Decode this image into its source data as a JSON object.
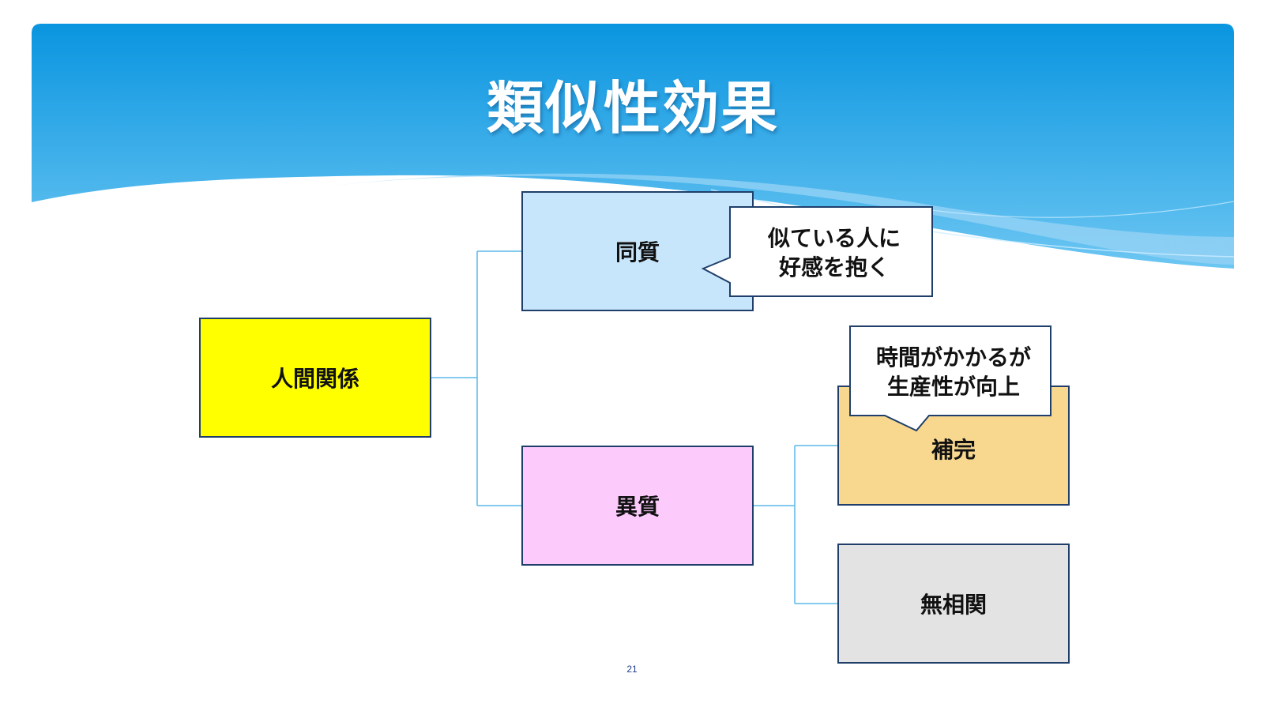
{
  "title": "類似性効果",
  "nodes": {
    "root": "人間関係",
    "homogeneous": "同質",
    "heterogeneous": "異質",
    "complementary": "補完",
    "uncorrelated": "無相関"
  },
  "callouts": {
    "homogeneous_line1": "似ている人に",
    "homogeneous_line2": "好感を抱く",
    "complementary_line1": "時間がかかるが",
    "complementary_line2": "生産性が向上"
  },
  "colors": {
    "header_top": "#0a95e0",
    "header_bottom": "#6cc6f2",
    "root_fill": "#ffff00",
    "homogeneous_fill": "#c8e6fb",
    "heterogeneous_fill": "#fccbfc",
    "complementary_fill": "#f8d88f",
    "uncorrelated_fill": "#e3e3e3",
    "connector": "#5bb8e8",
    "border": "#1f3f6a"
  },
  "page_number": "21"
}
